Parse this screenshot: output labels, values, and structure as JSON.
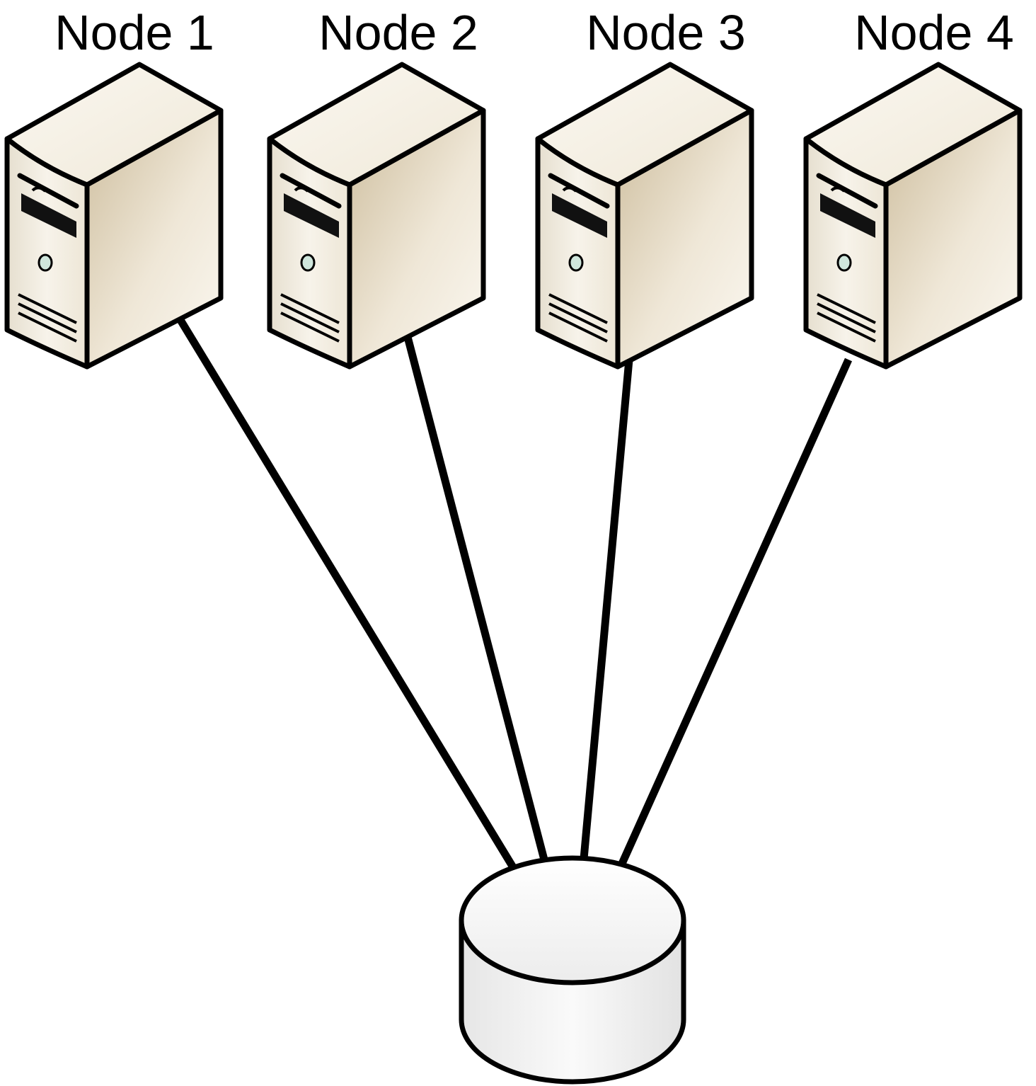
{
  "nodes": [
    {
      "label": "Node 1"
    },
    {
      "label": "Node 2"
    },
    {
      "label": "Node 3"
    },
    {
      "label": "Node 4"
    }
  ],
  "icons": {
    "node": "server-tower-icon",
    "storage": "shared-disk-icon"
  },
  "colors": {
    "server_body": "#f3eee2",
    "server_shade": "#c8b89a",
    "outline": "#000000",
    "led": "#cfe6dc",
    "disk": "#f2f2f2"
  }
}
